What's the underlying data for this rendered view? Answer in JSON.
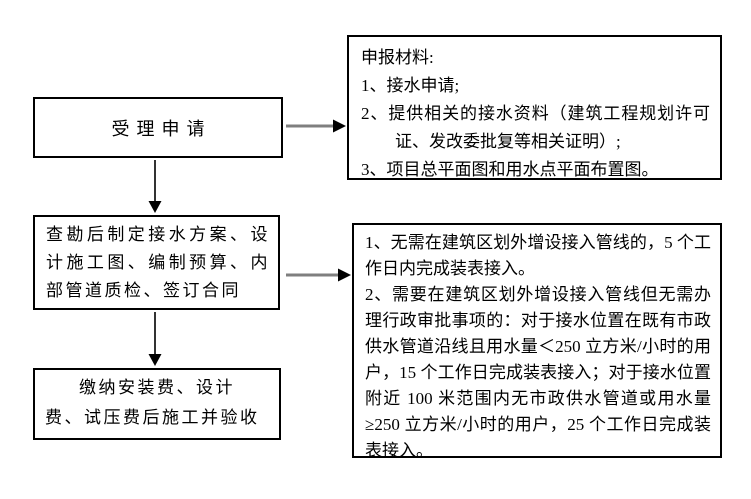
{
  "page": {
    "background_color": "#ffffff",
    "box_border_color": "#000000",
    "arrow_shaft_color": "#7f7f7f",
    "arrow_head_color": "#000000"
  },
  "flow": {
    "step1": {
      "label": "受理申请"
    },
    "step2": {
      "label": "查勘后制定接水方案、设计施工图、编制预算、内部管道质检、签订合同"
    },
    "step3": {
      "label": "缴纳安装费、设计费、试压费后施工并验收"
    },
    "materials": {
      "title": "申报材料:",
      "items": [
        "1、接水申请;",
        "2、提供相关的接水资料（建筑工程规划许可证、发改委批复等相关证明）;",
        "3、项目总平面图和用水点平面布置图。"
      ]
    },
    "timelines": {
      "paragraphs": [
        "1、无需在建筑区划外增设接入管线的，5 个工作日内完成装表接入。",
        "2、需要在建筑区划外增设接入管线但无需办理行政审批事项的：对于接水位置在既有市政供水管道沿线且用水量＜250 立方米/小时的用户，15 个工作日完成装表接入；对于接水位置附近 100 米范围内无市政供水管道或用水量≥250 立方米/小时的用户，25 个工作日完成装表接入。"
      ]
    }
  }
}
